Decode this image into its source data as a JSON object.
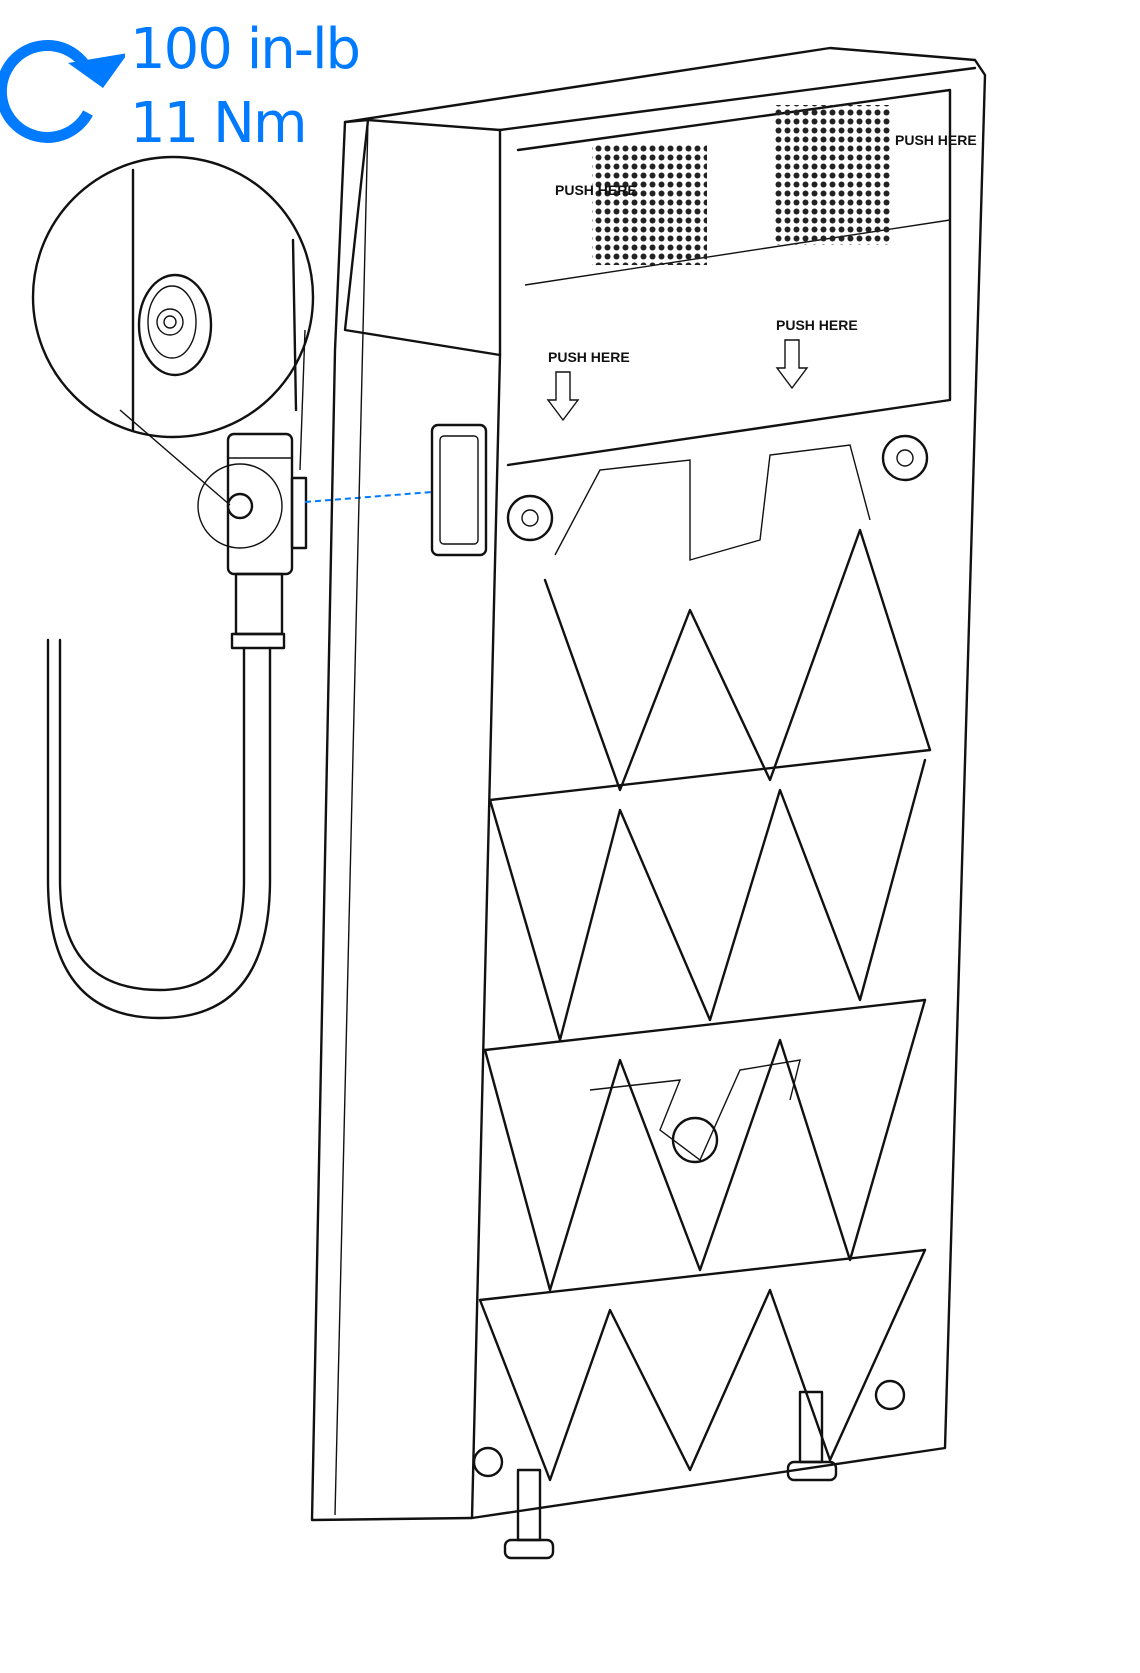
{
  "torque": {
    "icon": "clockwise-rotation-arrow-icon",
    "value_imperial": "100 in-lb",
    "value_metric": "11 Nm",
    "color": "#007AFF"
  },
  "labels": {
    "push_here_1": "PUSH HERE",
    "push_here_2": "PUSH HERE",
    "push_here_3": "PUSH HERE",
    "push_here_4": "PUSH HERE"
  },
  "leader_line_color": "#007AFF"
}
